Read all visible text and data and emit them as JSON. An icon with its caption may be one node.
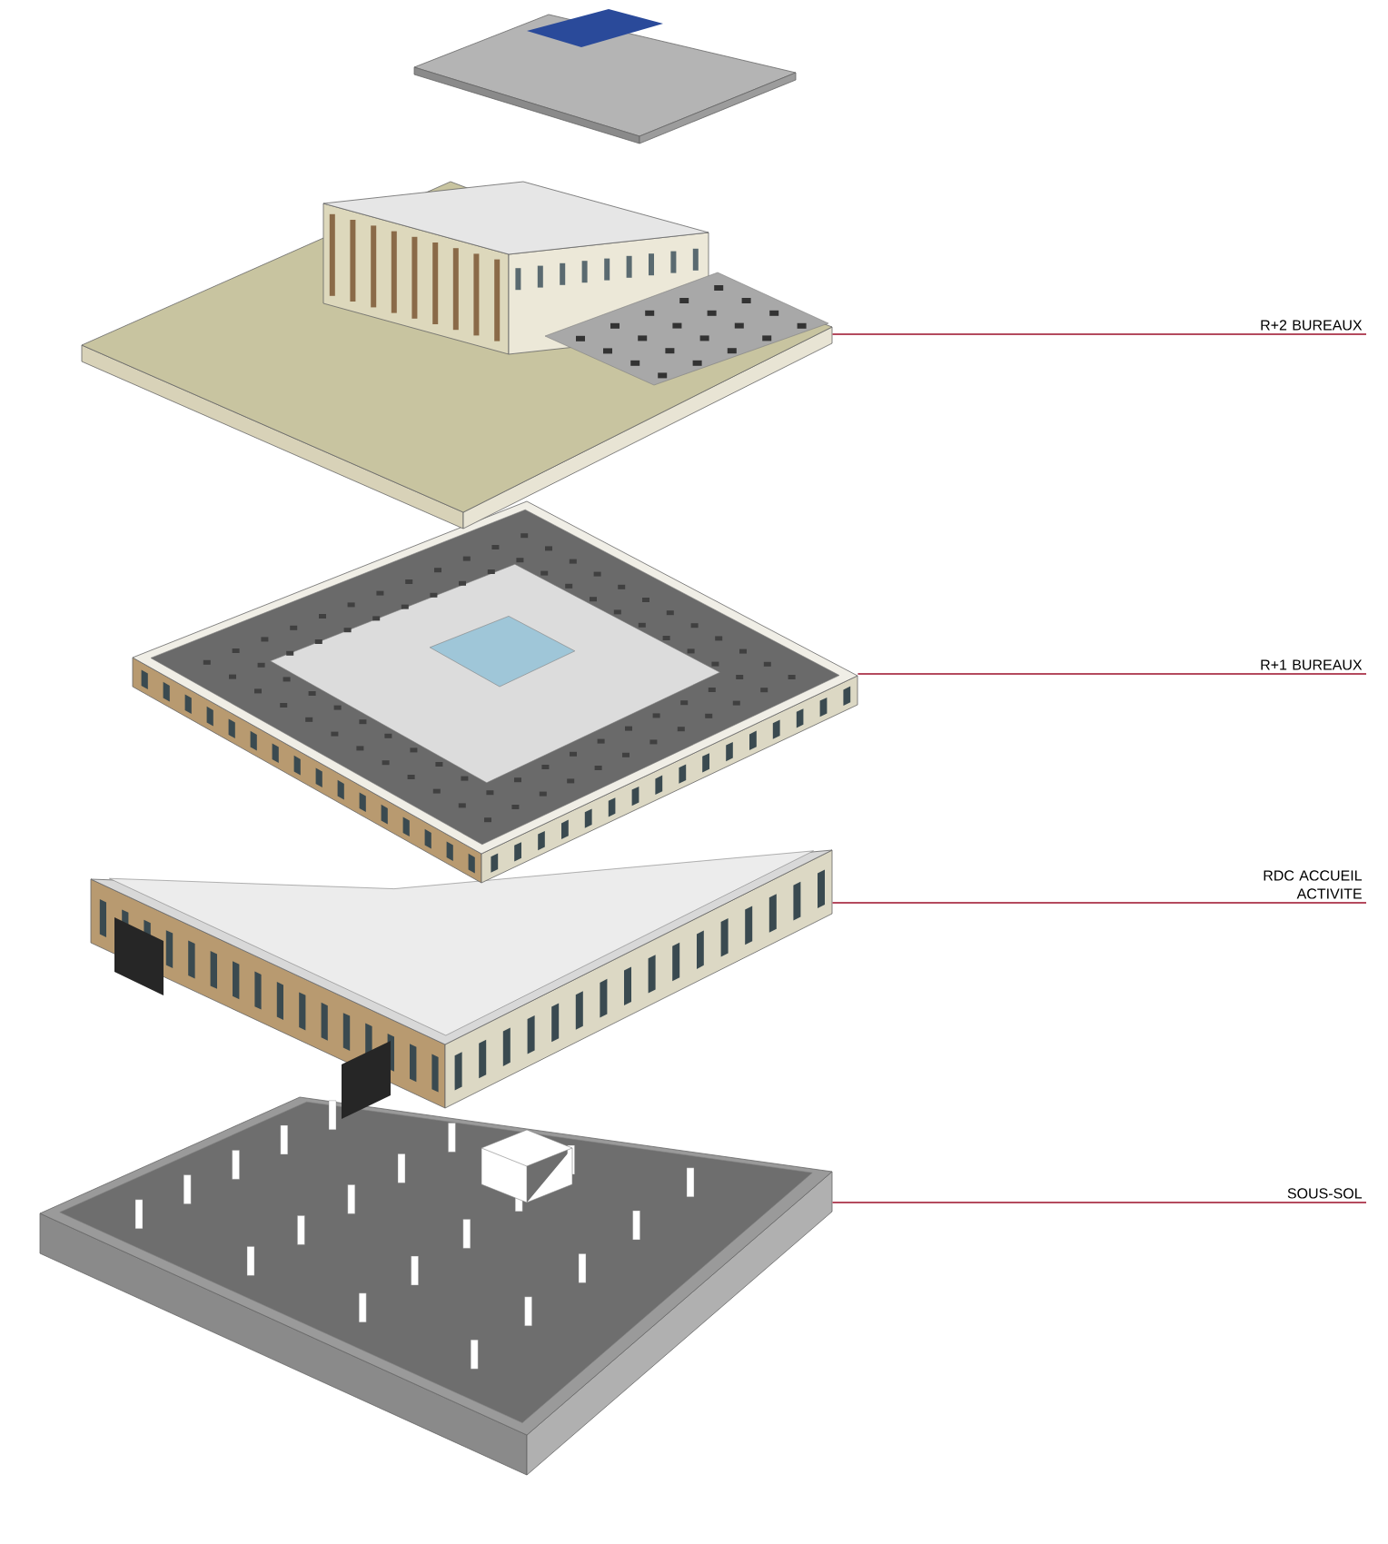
{
  "diagram": {
    "nodes": [
      {
        "text": [
          "R+2 BUREAUX"
        ]
      },
      {
        "text": [],
        "shape": "picture"
      },
      {
        "text": [
          "R+1 BUREAUX"
        ]
      },
      {
        "text": [],
        "shape": "picture"
      },
      {
        "text": [
          "RDC ACCUEIL ACTIVITE"
        ]
      },
      {
        "text": [],
        "shape": "picture"
      },
      {
        "text": [
          "SOUS-SOL"
        ]
      },
      {
        "text": [],
        "shape": "picture"
      }
    ],
    "edges": [
      {
        "from": 0,
        "to": 1,
        "arrow": "none"
      },
      {
        "from": 2,
        "to": 3,
        "arrow": "none"
      },
      {
        "from": 4,
        "to": 5,
        "arrow": "none"
      },
      {
        "from": 6,
        "to": 7,
        "arrow": "none"
      }
    ]
  }
}
